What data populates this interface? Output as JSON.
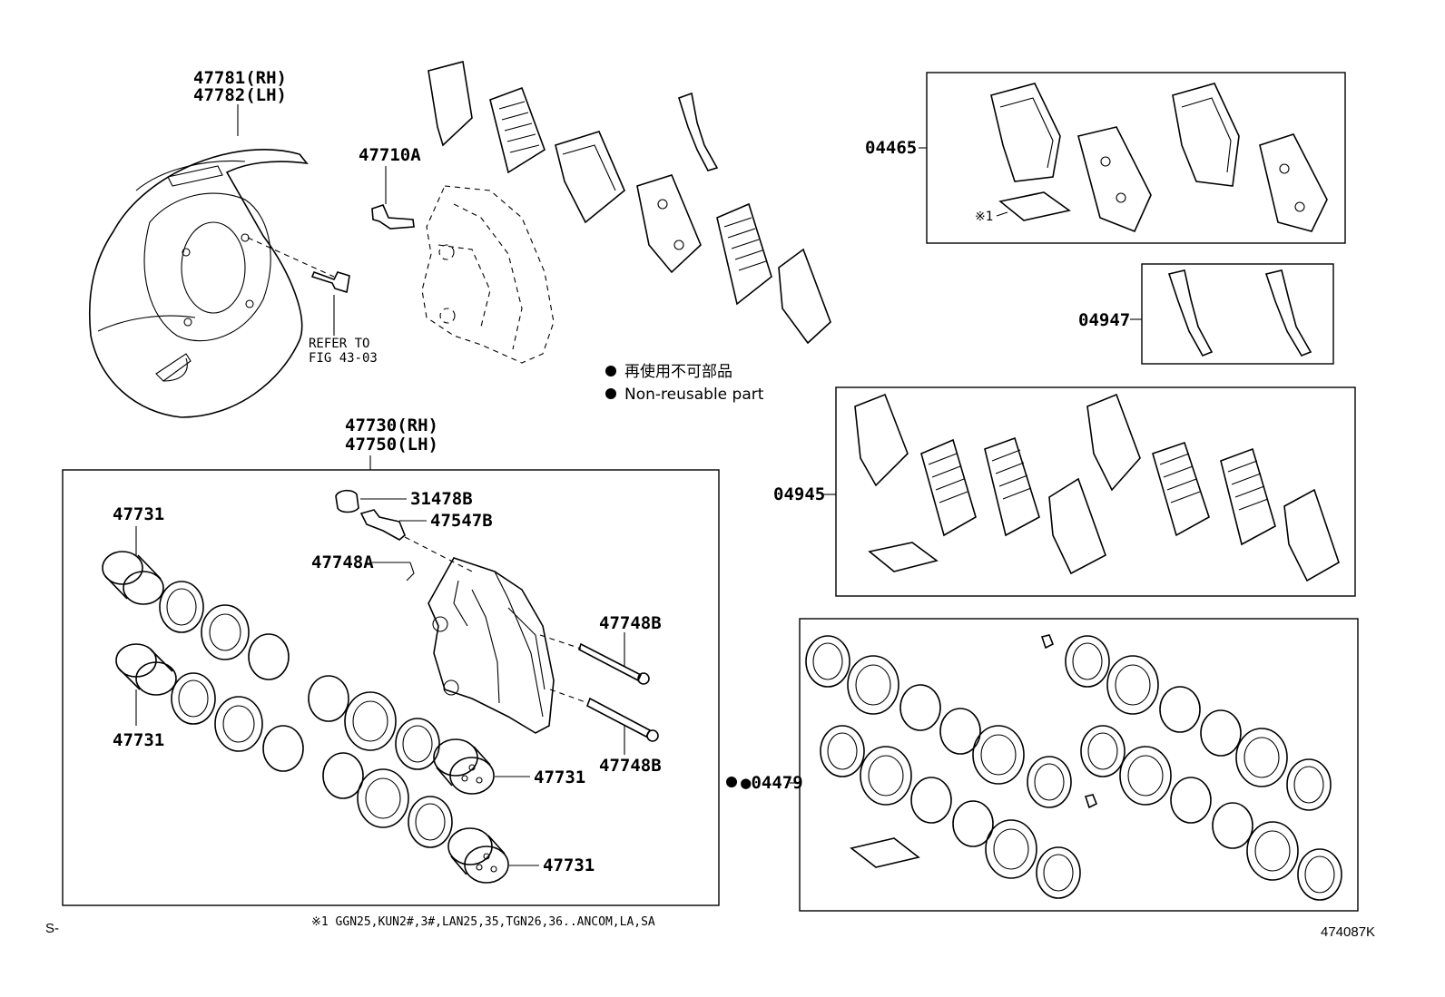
{
  "labels": {
    "shield_rh": "47781(RH)",
    "shield_lh": "47782(LH)",
    "bolt": "47710A",
    "refer_line1": "REFER TO",
    "refer_line2": "FIG 43-03",
    "caliper_rh": "47730(RH)",
    "caliper_lh": "47750(LH)",
    "cap": "31478B",
    "bleeder": "47547B",
    "bushing": "47748A",
    "pin_upper": "47748B",
    "pin_lower": "47748B",
    "piston_a": "47731",
    "piston_b": "47731",
    "piston_c": "47731",
    "piston_d": "47731",
    "kit_pad": "04465",
    "kit_note_mark": "※1",
    "kit_spring": "04947",
    "kit_shim": "04945",
    "kit_seal": "●04479"
  },
  "legend": {
    "jp": "再使用不可部品",
    "en": "Non-reusable part"
  },
  "footnote": "※1 GGN25,KUN2#,3#,LAN25,35,TGN26,36..ANCOM,LA,SA",
  "corner_left": "S-",
  "figure_id": "474087K"
}
